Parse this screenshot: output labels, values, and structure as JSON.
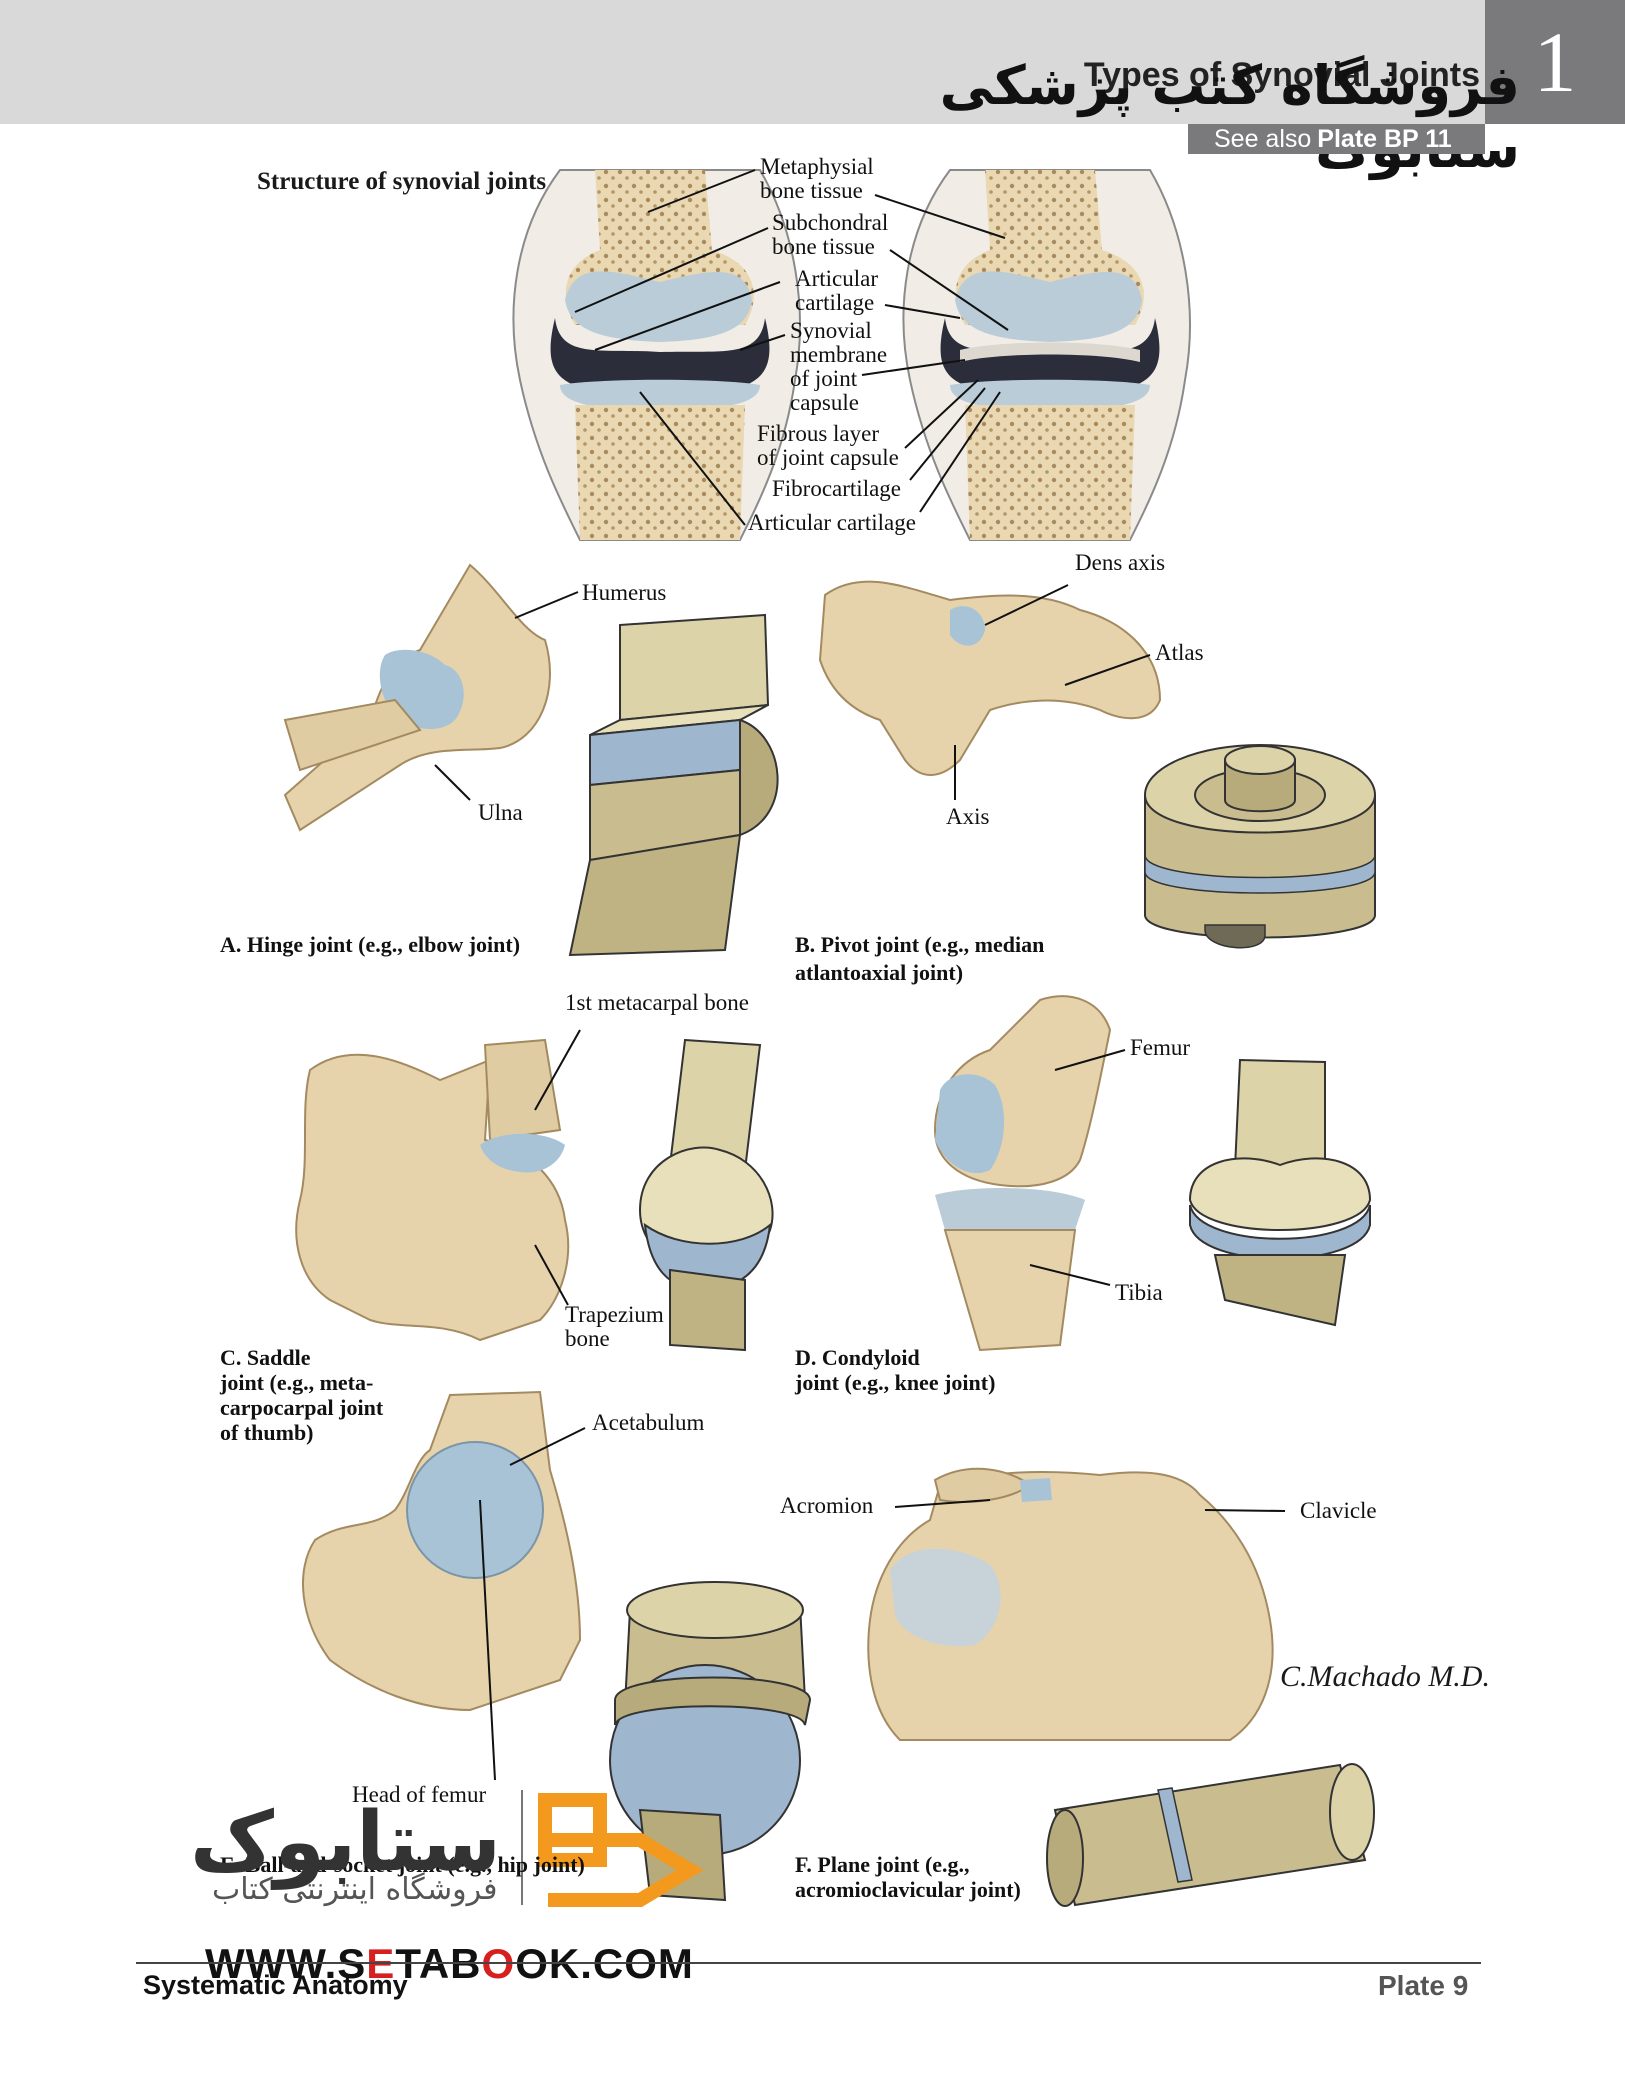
{
  "header": {
    "title": "Types of Synovial Joints",
    "plate_number": "1",
    "watermark": "فروشگاه کتب پزشکی ستابوک",
    "see_also_prefix": "See also",
    "see_also_ref": "Plate BP 11"
  },
  "structure": {
    "title": "Structure of synovial joints",
    "labels": [
      "Metaphysial bone tissue",
      "Subchondral bone tissue",
      "Articular cartilage",
      "Synovial membrane of joint capsule",
      "Fibrous layer of joint capsule",
      "Fibrocartilage",
      "Articular cartilage"
    ],
    "label_lines": {
      "metaphysial_1": "Metaphysial",
      "metaphysial_2": "bone tissue",
      "subchondral_1": "Subchondral",
      "subchondral_2": "bone tissue",
      "articular_1": "Articular",
      "articular_2": "cartilage",
      "synovial_1": "Synovial",
      "synovial_2": "membrane",
      "synovial_3": "of joint",
      "synovial_4": "capsule",
      "fibrous_1": "Fibrous layer",
      "fibrous_2": "of joint capsule",
      "fibrocartilage": "Fibrocartilage",
      "articular_bottom": "Articular cartilage"
    }
  },
  "panels": {
    "hinge": {
      "caption": "A. Hinge joint (e.g., elbow joint)",
      "labels": {
        "humerus": "Humerus",
        "ulna": "Ulna"
      }
    },
    "pivot": {
      "caption_1": "B. Pivot joint (e.g., median",
      "caption_2": "atlantoaxial joint)",
      "labels": {
        "dens": "Dens axis",
        "atlas": "Atlas",
        "axis": "Axis"
      }
    },
    "saddle": {
      "caption_1": "C. Saddle",
      "caption_2": "joint (e.g., meta-",
      "caption_3": "carpocarpal joint",
      "caption_4": "of thumb)",
      "labels": {
        "metacarpal": "1st metacarpal bone",
        "trapezium_1": "Trapezium",
        "trapezium_2": "bone"
      }
    },
    "condyloid": {
      "caption_1": "D. Condyloid",
      "caption_2": "joint (e.g., knee joint)",
      "labels": {
        "femur": "Femur",
        "tibia": "Tibia"
      }
    },
    "ball": {
      "caption": "E. Ball-and-socket joint (e.g., hip joint)",
      "labels": {
        "acetabulum": "Acetabulum",
        "head": "Head of femur"
      }
    },
    "plane": {
      "caption_1": "F. Plane joint (e.g.,",
      "caption_2": "acromioclavicular joint)",
      "labels": {
        "acromion": "Acromion",
        "clavicle": "Clavicle"
      }
    }
  },
  "signature": "C.Machado M.D.",
  "footer": {
    "left": "Systematic Anatomy",
    "right": "Plate 9"
  },
  "watermark_brand": {
    "logo": "ستابوک",
    "tagline": "فروشگاه اینترنتی کتاب",
    "url_part1": "WWW.S",
    "url_red": "E",
    "url_part2": "TAB",
    "url_red2": "O",
    "url_part3": "OK.COM"
  },
  "colors": {
    "header_band": "#d9d9da",
    "plate_box": "#7a7a7c",
    "bone": "#e6d3ab",
    "cartilage": "#b9ccd8",
    "model_tan": "#c9bd8f",
    "model_blue": "#9fb6cf",
    "synovial": "#2b2d3a"
  }
}
